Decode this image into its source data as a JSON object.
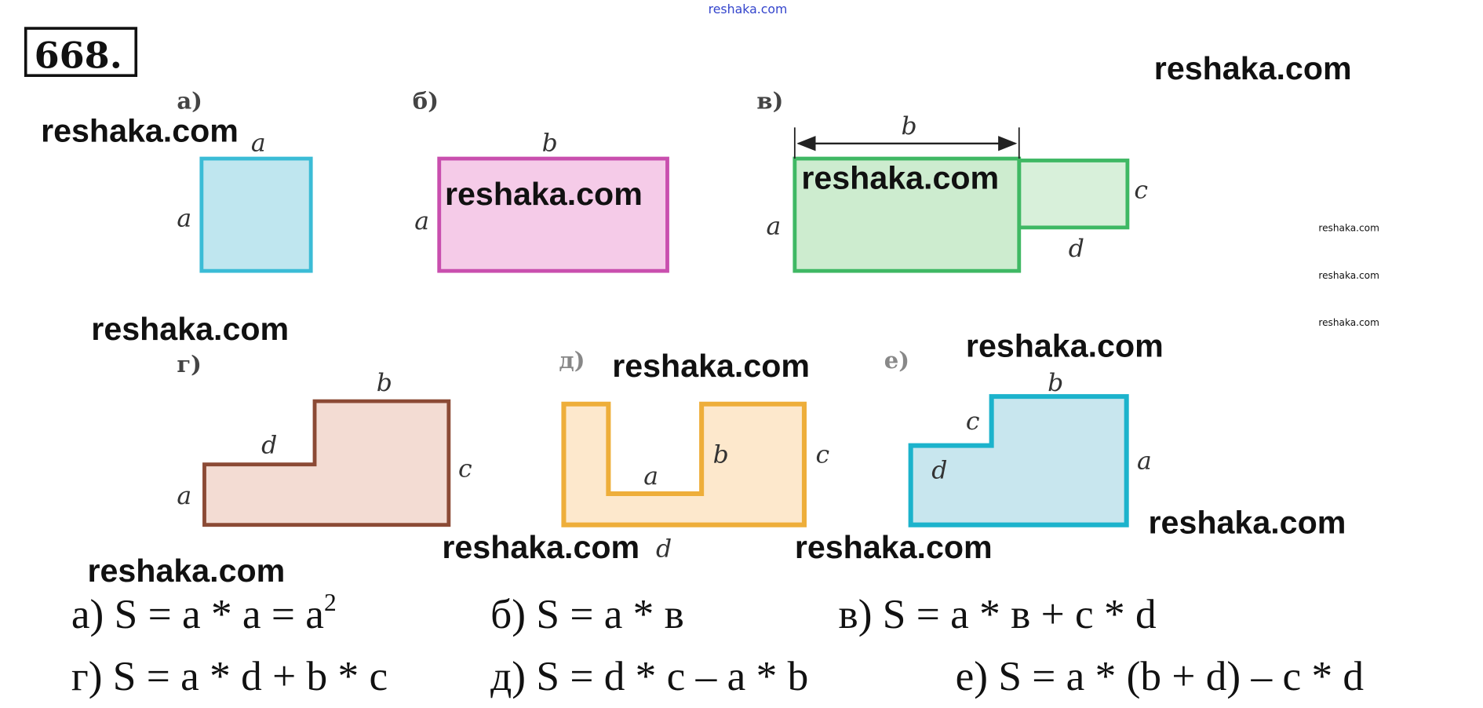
{
  "problem_number": "668.",
  "top_watermark": "reshaka.com",
  "watermark": "reshaka.com",
  "colors": {
    "a": "#3bbcd6",
    "b": "#c94fae",
    "v": "#3fb864",
    "g": "#8b4a35",
    "d": "#eeae3a",
    "e": "#1cb3cc"
  },
  "figures": {
    "a": {
      "part": "а)",
      "labels": [
        "a",
        "a"
      ]
    },
    "b": {
      "part": "б)",
      "labels": [
        "b",
        "a"
      ]
    },
    "v": {
      "part": "в)",
      "labels": [
        "b",
        "c",
        "a",
        "d"
      ]
    },
    "g": {
      "part": "г)",
      "labels": [
        "b",
        "d",
        "c",
        "a"
      ]
    },
    "d": {
      "part": "д)",
      "labels": [
        "b",
        "c",
        "a",
        "d"
      ]
    },
    "e": {
      "part": "е)",
      "labels": [
        "b",
        "c",
        "d",
        "a"
      ]
    }
  },
  "formulas": {
    "a": "а) S = a * a = a",
    "a_sup": "2",
    "b": "б) S = a * в",
    "v": "в) S = a * в + c * d",
    "g": "г) S = a * d + b * c",
    "d": "д) S = d * c – a * b",
    "e": "е) S = a * (b + d) – c * d"
  }
}
